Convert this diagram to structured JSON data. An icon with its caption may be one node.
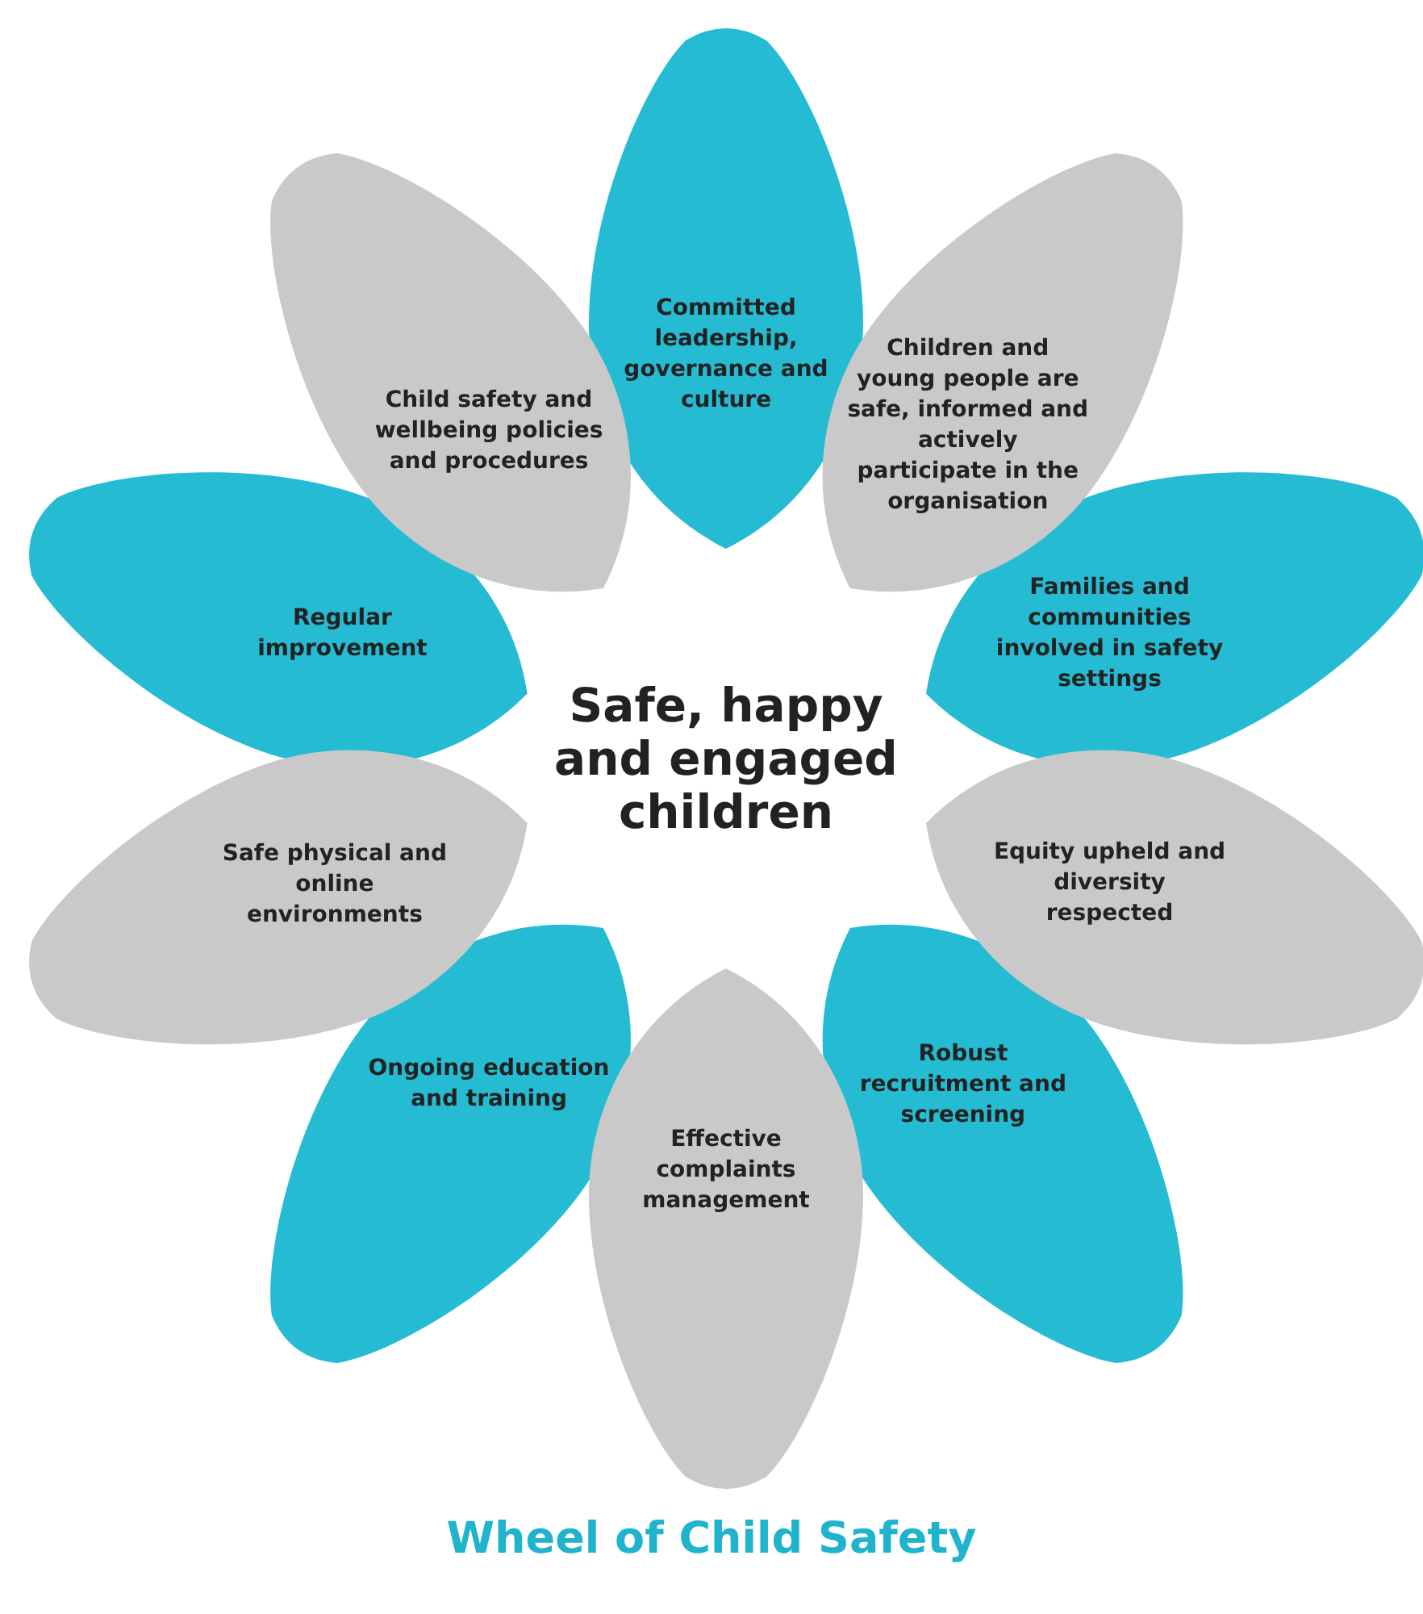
{
  "diagram": {
    "caption": "Wheel of Child Safety",
    "nodes": [
      {
        "text": [
          "Safe, happy and engaged children"
        ]
      },
      {
        "text": [
          "Committed leadership, governance and culture"
        ]
      },
      {
        "text": [
          "Children and young people are safe, informed and actively participate in the organisation"
        ]
      },
      {
        "text": [
          "Families and communities involved in safety settings"
        ]
      },
      {
        "text": [
          "Equity upheld and diversity respected"
        ]
      },
      {
        "text": [
          "Robust recruitment and screening"
        ]
      },
      {
        "text": [
          "Effective complaints management"
        ]
      },
      {
        "text": [
          "Ongoing education and training"
        ]
      },
      {
        "text": [
          "Safe physical and online environments"
        ]
      },
      {
        "text": [
          "Regular improvement"
        ]
      },
      {
        "text": [
          "Child safety and wellbeing policies and procedures"
        ]
      }
    ]
  }
}
